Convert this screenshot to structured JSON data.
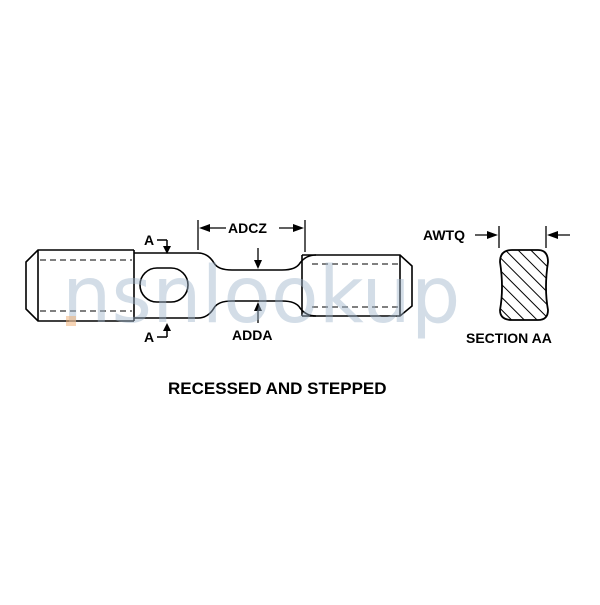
{
  "labels": {
    "section_marker_top": "A",
    "section_marker_bottom": "A",
    "length_dim": "ADCZ",
    "diameter_dim": "ADDA",
    "section_width_dim": "AWTQ",
    "section_title": "SECTION AA"
  },
  "caption": "RECESSED AND STEPPED",
  "watermark": "nsnlookup",
  "colors": {
    "line": "#000000",
    "watermark": "#9fb6cc",
    "watermark_dot": "#f0b27a"
  }
}
